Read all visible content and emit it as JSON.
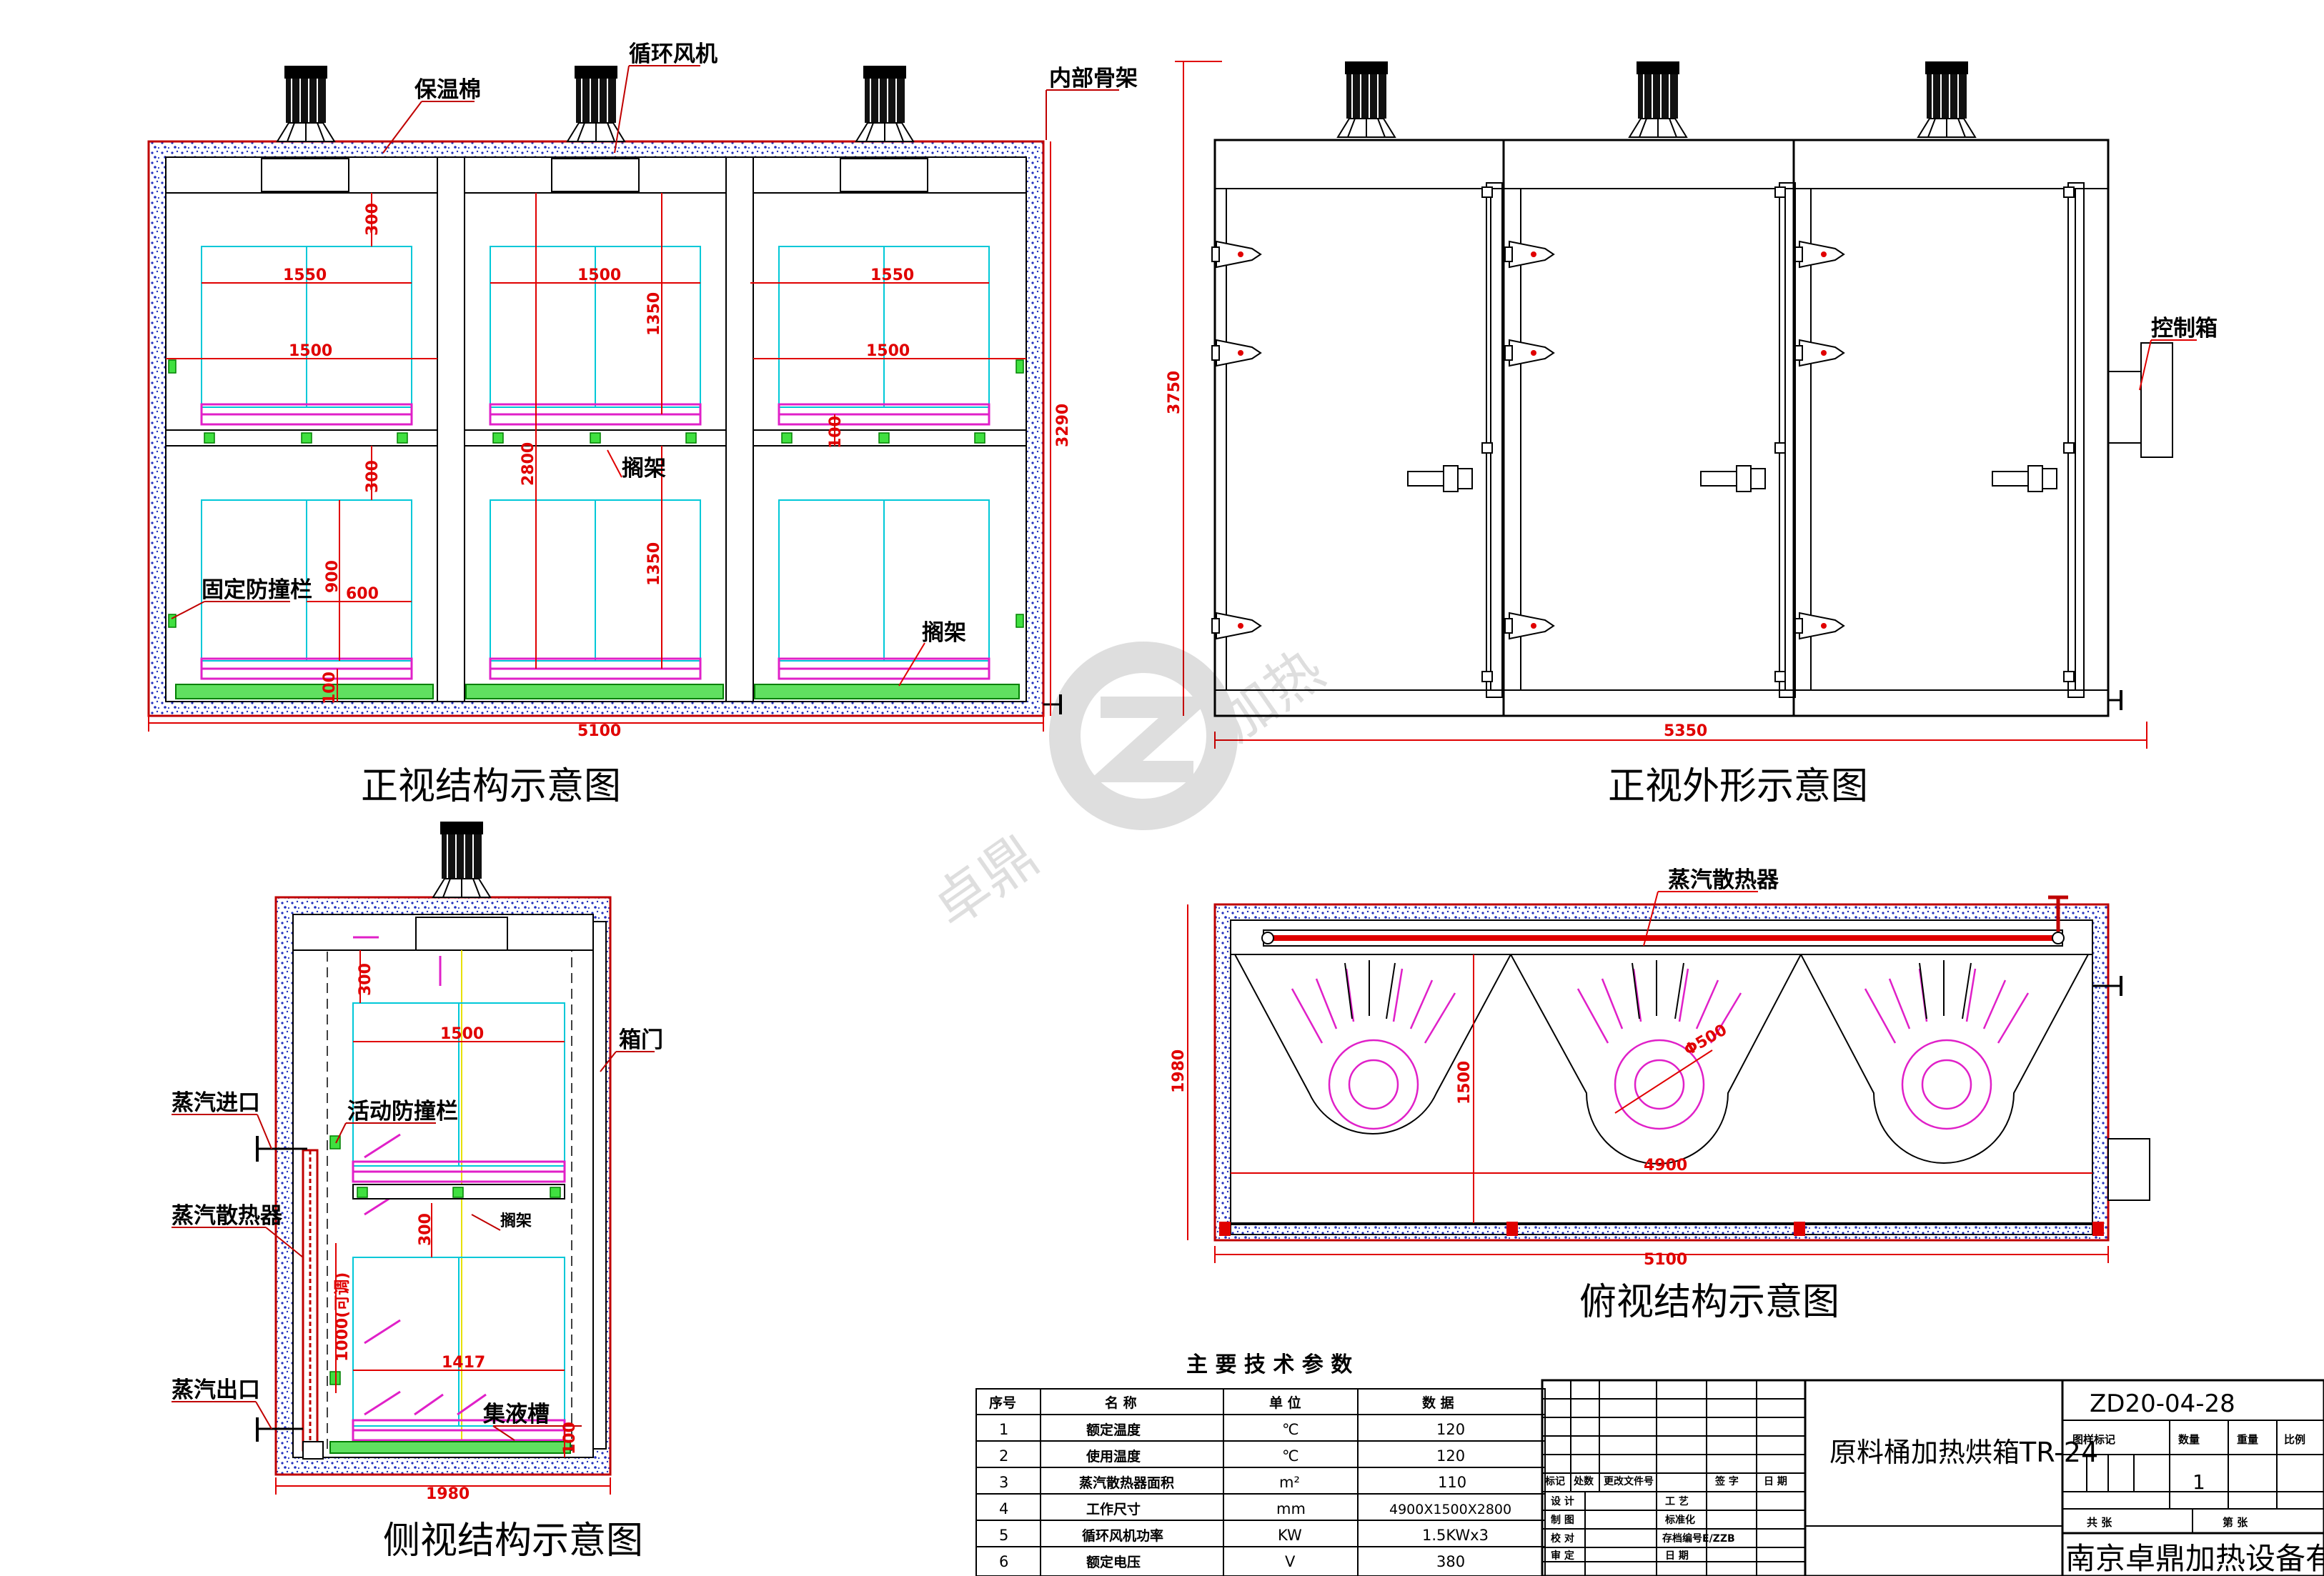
{
  "captions": {
    "front_structure": "正视结构示意图",
    "front_exterior": "正视外形示意图",
    "side_structure": "侧视结构示意图",
    "top_structure": "俯视结构示意图"
  },
  "labels": {
    "insulation": "保温棉",
    "fan": "循环风机",
    "frame": "内部骨架",
    "rack": "搁架",
    "guard_fixed": "固定防撞栏",
    "rack2": "搁架",
    "control_box": "控制箱",
    "steam_radiator_top": "蒸汽散热器",
    "door": "箱门",
    "guard_movable": "活动防撞栏",
    "steam_in": "蒸汽进口",
    "steam_radiator_side": "蒸汽散热器",
    "rack3": "搁架",
    "steam_out": "蒸汽出口",
    "drain": "集液槽"
  },
  "dims": {
    "f_300a": "300",
    "f_1550a": "1550",
    "f_1500a": "1500",
    "f_1350a": "1350",
    "f_1550b": "1550",
    "f_1500b": "1500",
    "f_1500c": "1500",
    "f_100a": "100",
    "f_300b": "300",
    "f_2800": "2800",
    "f_1350b": "1350",
    "f_900": "900",
    "f_600": "600",
    "f_100b": "100",
    "f_3290": "3290",
    "f_5100": "5100",
    "e_3750": "3750",
    "e_5350": "5350",
    "s_300a": "300",
    "s_1500": "1500",
    "s_300b": "300",
    "s_1000": "1000(可调)",
    "s_1417": "1417",
    "s_100": "100",
    "s_1980": "1980",
    "t_1980": "1980",
    "t_1500": "1500",
    "t_500": "Φ500",
    "t_4900": "4900",
    "t_5100": "5100"
  },
  "watermark": {
    "text1": "加热",
    "text2": "卓鼎"
  },
  "specs": {
    "title": "主 要 技 术 参 数",
    "headers": [
      "序号",
      "名 称",
      "单 位",
      "数 据"
    ],
    "rows": [
      [
        "1",
        "额定温度",
        "℃",
        "120"
      ],
      [
        "2",
        "使用温度",
        "℃",
        "120"
      ],
      [
        "3",
        "蒸汽散热器面积",
        "m²",
        "110"
      ],
      [
        "4",
        "工作尺寸",
        "mm",
        "4900X1500X2800"
      ],
      [
        "5",
        "循环风机功率",
        "KW",
        "1.5KWx3"
      ],
      [
        "6",
        "额定电压",
        "V",
        "380"
      ]
    ]
  },
  "titleblock": {
    "drawing_no": "ZD20-04-28",
    "product": "原料桶加热烘箱TR-24",
    "company": "南京卓鼎加热设备有限公司",
    "h_stage": "图样标记",
    "h_weight": "数量",
    "h_mass": "重量",
    "h_scale": "比例",
    "qty": "1",
    "sheets_total": "共  张",
    "sheet_no": "第  张",
    "r_mark": "标记",
    "r_count": "处数",
    "r_file": "更改文件号",
    "r_sign": "签 字",
    "r_date": "日 期",
    "design": "设 计",
    "draw": "制 图",
    "check": "校 对",
    "review": "审 定",
    "process": "工 艺",
    "std": "标准化",
    "std_val": "",
    "approve_val": "存档编号E/ZZB",
    "date_lbl": "日 期"
  }
}
